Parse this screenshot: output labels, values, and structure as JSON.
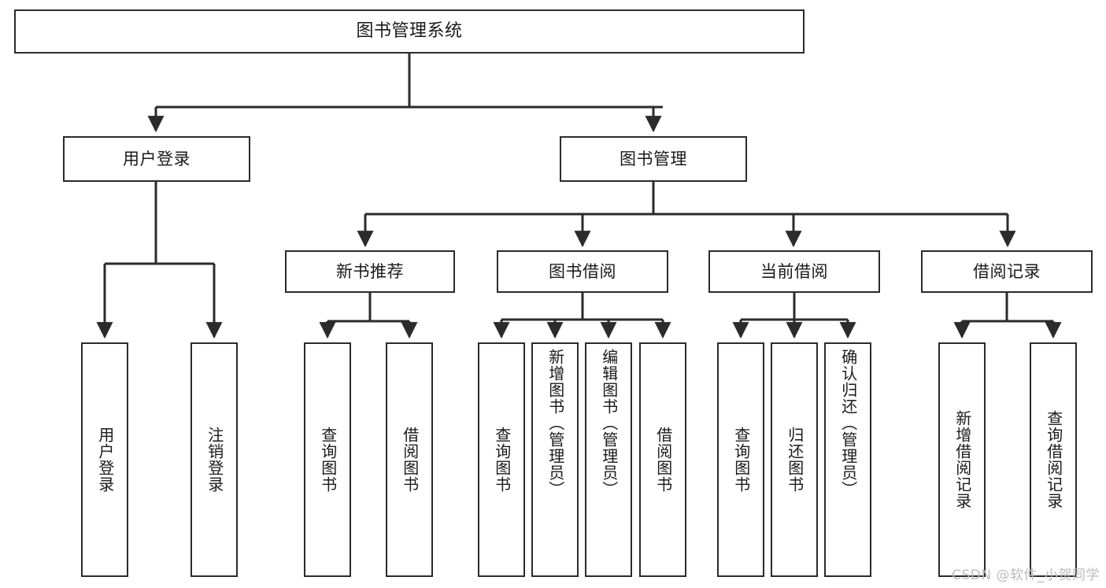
{
  "diagram": {
    "title": "图书管理系统",
    "type": "tree",
    "watermark": "CSDN @软件_小贺同学",
    "colors": {
      "box_border": "#2b2b2b",
      "box_fill": "#ffffff",
      "edge": "#2b2b2b",
      "text": "#1a1a1a",
      "watermark": "#b9bcc0",
      "background": "#ffffff"
    },
    "nodes": {
      "root": {
        "label": "图书管理系统"
      },
      "level2": [
        {
          "id": "user-login",
          "label": "用户登录"
        },
        {
          "id": "book-manage",
          "label": "图书管理"
        }
      ],
      "level3": [
        {
          "id": "new-book-recommend",
          "label": "新书推荐"
        },
        {
          "id": "book-borrow",
          "label": "图书借阅"
        },
        {
          "id": "current-borrow",
          "label": "当前借阅"
        },
        {
          "id": "borrow-record",
          "label": "借阅记录"
        }
      ],
      "leaves": [
        {
          "id": "leaf-user-login",
          "label": "用户登录",
          "parent": "用户登录"
        },
        {
          "id": "leaf-logout",
          "label": "注销登录",
          "parent": "用户登录"
        },
        {
          "id": "leaf-query-book-1",
          "label": "查询图书",
          "parent": "新书推荐"
        },
        {
          "id": "leaf-borrow-book-1",
          "label": "借阅图书",
          "parent": "新书推荐"
        },
        {
          "id": "leaf-query-book-2",
          "label": "查询图书",
          "parent": "图书借阅"
        },
        {
          "id": "leaf-add-book",
          "label": "新增图书（管理员）",
          "parent": "图书借阅"
        },
        {
          "id": "leaf-edit-book",
          "label": "编辑图书（管理员）",
          "parent": "图书借阅"
        },
        {
          "id": "leaf-borrow-book-2",
          "label": "借阅图书",
          "parent": "图书借阅"
        },
        {
          "id": "leaf-query-book-3",
          "label": "查询图书",
          "parent": "当前借阅"
        },
        {
          "id": "leaf-return-book",
          "label": "归还图书",
          "parent": "当前借阅"
        },
        {
          "id": "leaf-confirm-return",
          "label": "确认归还（管理员）",
          "parent": "当前借阅"
        },
        {
          "id": "leaf-add-record",
          "label": "新增借阅记录",
          "parent": "借阅记录"
        },
        {
          "id": "leaf-query-record",
          "label": "查询借阅记录",
          "parent": "借阅记录"
        }
      ]
    }
  }
}
